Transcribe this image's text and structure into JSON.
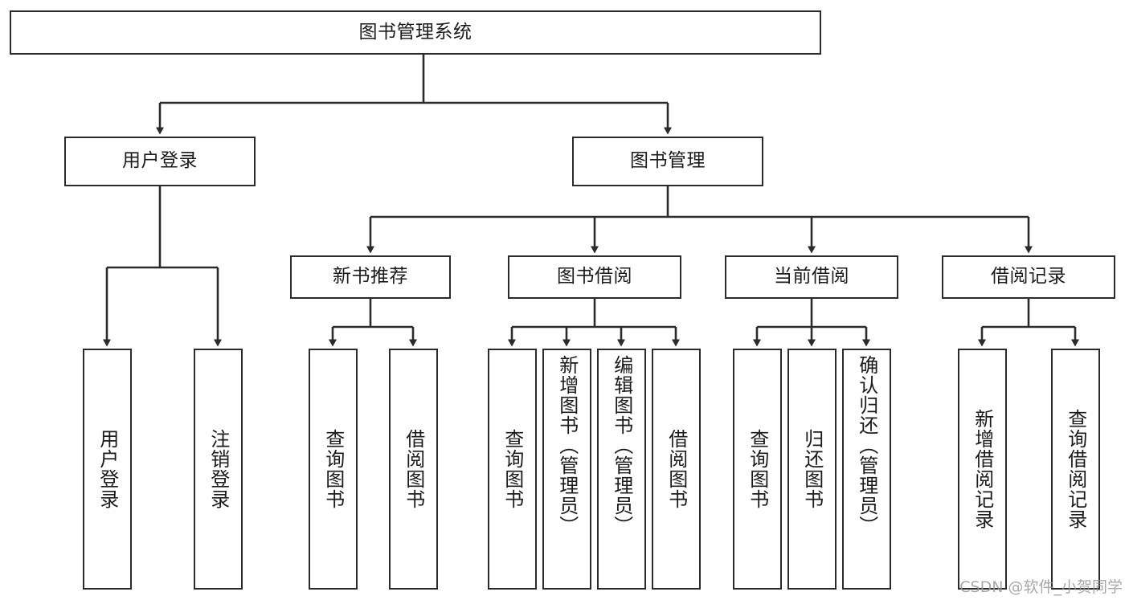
{
  "diagram": {
    "title": "图书管理系统",
    "watermark": "CSDN @软件_小贺同学",
    "line_color": "#2b2b2b",
    "box_fill": "#ffffff",
    "text_color": "#1b1b1b",
    "nodes": {
      "root": {
        "label": "图书管理系统"
      },
      "level2": [
        {
          "id": "user-login",
          "label": "用户登录"
        },
        {
          "id": "book-manage",
          "label": "图书管理"
        }
      ],
      "level3": [
        {
          "id": "new-book-recommend",
          "label": "新书推荐"
        },
        {
          "id": "book-borrow",
          "label": "图书借阅"
        },
        {
          "id": "current-borrow",
          "label": "当前借阅"
        },
        {
          "id": "borrow-record",
          "label": "借阅记录"
        }
      ],
      "leaves": {
        "user_login": [
          {
            "id": "leaf-user-login",
            "label": "用户登录"
          },
          {
            "id": "leaf-user-logout",
            "label": "注销登录"
          }
        ],
        "new_book_recommend": [
          {
            "id": "leaf-query-book-1",
            "label": "查询图书"
          },
          {
            "id": "leaf-borrow-book-1",
            "label": "借阅图书"
          }
        ],
        "book_borrow": [
          {
            "id": "leaf-query-book-2",
            "label": "查询图书"
          },
          {
            "id": "leaf-add-book",
            "label": "新增图书（管理员）"
          },
          {
            "id": "leaf-edit-book",
            "label": "编辑图书（管理员）"
          },
          {
            "id": "leaf-borrow-book-2",
            "label": "借阅图书"
          }
        ],
        "current_borrow": [
          {
            "id": "leaf-query-book-3",
            "label": "查询图书"
          },
          {
            "id": "leaf-return-book",
            "label": "归还图书"
          },
          {
            "id": "leaf-confirm-return",
            "label": "确认归还（管理员）"
          }
        ],
        "borrow_record": [
          {
            "id": "leaf-add-record",
            "label": "新增借阅记录"
          },
          {
            "id": "leaf-query-record",
            "label": "查询借阅记录"
          }
        ]
      }
    }
  }
}
